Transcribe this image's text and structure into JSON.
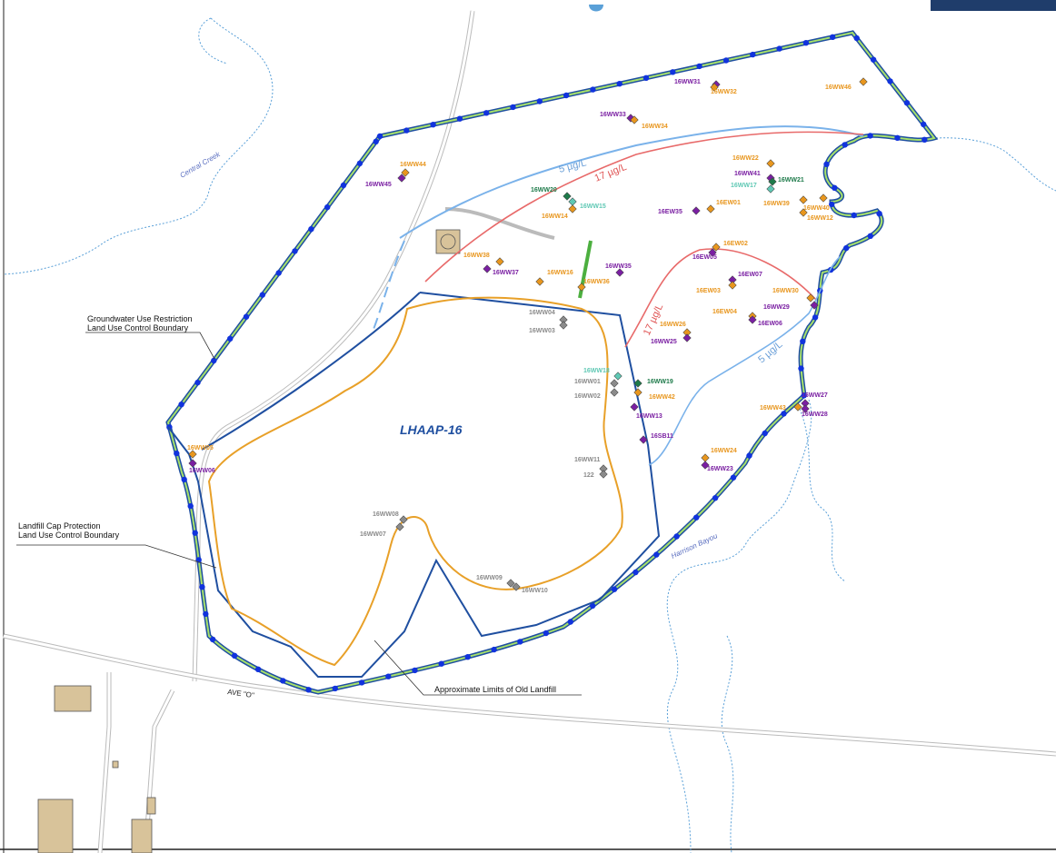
{
  "site_name": "LHAAP-16",
  "boundaries": {
    "groundwater": "Groundwater Use Restriction\nLand Use Control Boundary",
    "landfill_cap": "Landfill Cap Protection\nLand Use Control Boundary",
    "old_landfill": "Approximate Limits of Old Landfill"
  },
  "contours": [
    {
      "label": "5 µg/L",
      "color": "#7ab2ea"
    },
    {
      "label": "17 µg/L",
      "color": "#e86a6a"
    },
    {
      "label": "17 µg/L",
      "color": "#e86a6a"
    },
    {
      "label": "5 µg/L",
      "color": "#7ab2ea"
    }
  ],
  "water_features": [
    "Central Creek",
    "Harrison Bayou"
  ],
  "road_label": "AVE \"O\"",
  "colors": {
    "boundary_navy": "#1f4fa0",
    "boundary_point": "#1133dd",
    "landfill": "#e8a028",
    "contour_red": "#e86a6a",
    "contour_blue": "#7ab2ea",
    "purple": "#7a1fa2",
    "orange": "#e8961e",
    "teal": "#5fc8b4",
    "green": "#1e7a4a",
    "gray": "#8a8a8a"
  },
  "wells": [
    {
      "label": "16WW31",
      "color": "purple"
    },
    {
      "label": "16WW32",
      "color": "orange"
    },
    {
      "label": "16WW46",
      "color": "orange"
    },
    {
      "label": "16WW33",
      "color": "purple"
    },
    {
      "label": "16WW34",
      "color": "orange"
    },
    {
      "label": "16WW44",
      "color": "orange"
    },
    {
      "label": "16WW45",
      "color": "purple"
    },
    {
      "label": "16WW22",
      "color": "orange"
    },
    {
      "label": "16WW41",
      "color": "purple"
    },
    {
      "label": "16WW21",
      "color": "green"
    },
    {
      "label": "16WW17",
      "color": "teal"
    },
    {
      "label": "16WW20",
      "color": "green"
    },
    {
      "label": "16WW15",
      "color": "teal"
    },
    {
      "label": "16WW14",
      "color": "orange"
    },
    {
      "label": "16EW01",
      "color": "orange"
    },
    {
      "label": "16EW35",
      "color": "purple"
    },
    {
      "label": "16WW39",
      "color": "orange"
    },
    {
      "label": "16WW40",
      "color": "orange"
    },
    {
      "label": "16WW12",
      "color": "orange"
    },
    {
      "label": "16EW02",
      "color": "orange"
    },
    {
      "label": "16EW05",
      "color": "purple"
    },
    {
      "label": "16WW38",
      "color": "orange"
    },
    {
      "label": "16WW37",
      "color": "purple"
    },
    {
      "label": "16WW16",
      "color": "orange"
    },
    {
      "label": "16WW35",
      "color": "purple"
    },
    {
      "label": "16WW36",
      "color": "orange"
    },
    {
      "label": "16EW07",
      "color": "purple"
    },
    {
      "label": "16EW03",
      "color": "orange"
    },
    {
      "label": "16WW30",
      "color": "orange"
    },
    {
      "label": "16WW29",
      "color": "purple"
    },
    {
      "label": "16EW04",
      "color": "orange"
    },
    {
      "label": "16EW06",
      "color": "purple"
    },
    {
      "label": "16WW04",
      "color": "gray"
    },
    {
      "label": "16WW03",
      "color": "gray"
    },
    {
      "label": "16WW26",
      "color": "orange"
    },
    {
      "label": "16WW25",
      "color": "purple"
    },
    {
      "label": "16WW18",
      "color": "teal"
    },
    {
      "label": "16WW01",
      "color": "gray"
    },
    {
      "label": "16WW02",
      "color": "gray"
    },
    {
      "label": "16WW19",
      "color": "green"
    },
    {
      "label": "16WW42",
      "color": "orange"
    },
    {
      "label": "16WW13",
      "color": "purple"
    },
    {
      "label": "16WW27",
      "color": "purple"
    },
    {
      "label": "16WW43",
      "color": "orange"
    },
    {
      "label": "16WW28",
      "color": "purple"
    },
    {
      "label": "16SB11",
      "color": "purple"
    },
    {
      "label": "16WW24",
      "color": "orange"
    },
    {
      "label": "16WW23",
      "color": "purple"
    },
    {
      "label": "16WW05",
      "color": "orange"
    },
    {
      "label": "16WW06",
      "color": "purple"
    },
    {
      "label": "16WW11",
      "color": "gray"
    },
    {
      "label": "122",
      "color": "gray"
    },
    {
      "label": "16WW08",
      "color": "gray"
    },
    {
      "label": "16WW07",
      "color": "gray"
    },
    {
      "label": "16WW09",
      "color": "gray"
    },
    {
      "label": "16WW10",
      "color": "gray"
    }
  ]
}
